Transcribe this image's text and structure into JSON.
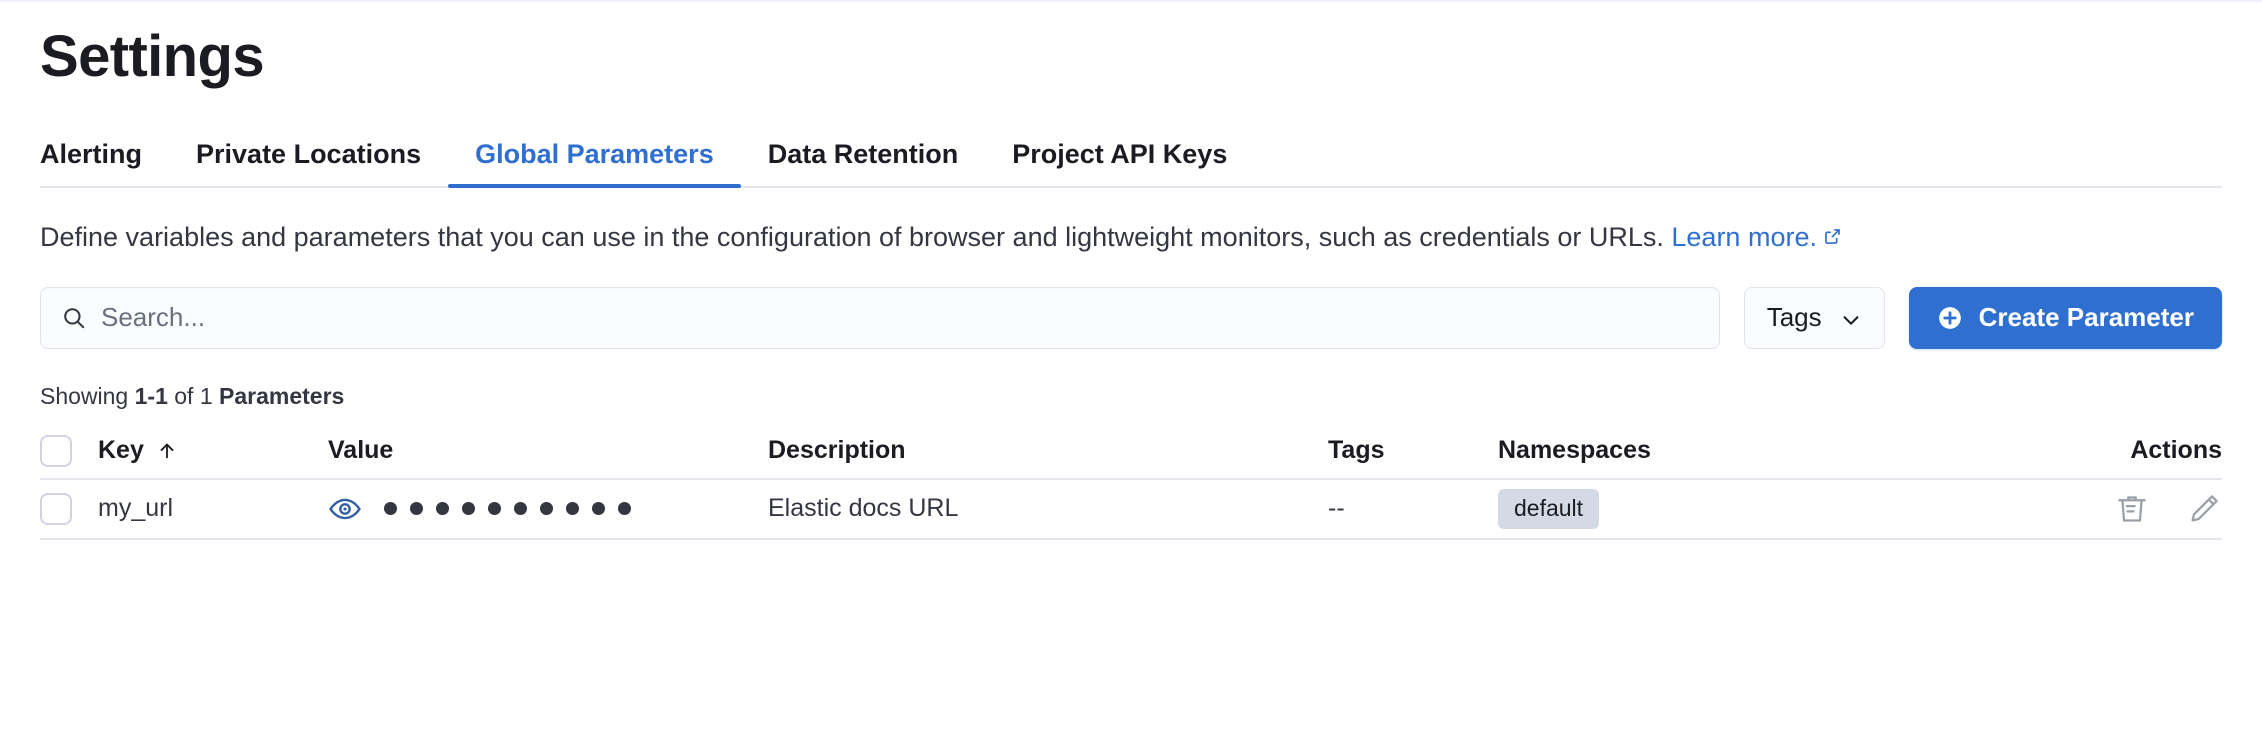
{
  "page": {
    "title": "Settings"
  },
  "tabs": [
    {
      "label": "Alerting",
      "active": false
    },
    {
      "label": "Private Locations",
      "active": false
    },
    {
      "label": "Global Parameters",
      "active": true
    },
    {
      "label": "Data Retention",
      "active": false
    },
    {
      "label": "Project API Keys",
      "active": false
    }
  ],
  "description": {
    "text": "Define variables and parameters that you can use in the configuration of browser and lightweight monitors, such as credentials or URLs.",
    "link_text": "Learn more.",
    "external_icon": "external-link-icon"
  },
  "toolbar": {
    "search_placeholder": "Search...",
    "search_value": "",
    "search_icon": "search-icon",
    "tags_label": "Tags",
    "tags_chevron": "chevron-down-icon",
    "create_label": "Create Parameter",
    "create_icon": "plus-circle-icon",
    "accent_color": "#2f6fd0"
  },
  "results": {
    "prefix": "Showing ",
    "range": "1-1",
    "middle": " of 1 ",
    "unit": "Parameters"
  },
  "table": {
    "columns": [
      {
        "key": "select",
        "label": "",
        "sort": ""
      },
      {
        "key": "key",
        "label": "Key",
        "sort": "ascending-arrow-icon"
      },
      {
        "key": "value",
        "label": "Value",
        "sort": ""
      },
      {
        "key": "description",
        "label": "Description",
        "sort": ""
      },
      {
        "key": "tags",
        "label": "Tags",
        "sort": ""
      },
      {
        "key": "namespaces",
        "label": "Namespaces",
        "sort": ""
      },
      {
        "key": "actions",
        "label": "Actions",
        "sort": ""
      }
    ],
    "rows": [
      {
        "key": "my_url",
        "value_masked": "••••••••••",
        "value_dots": 10,
        "value_toggle_icon": "eye-icon",
        "description": "Elastic docs URL",
        "tags": "--",
        "namespaces": [
          "default"
        ],
        "actions": [
          "trash-icon",
          "pencil-icon"
        ]
      }
    ]
  },
  "colors": {
    "accent": "#2f6fd0",
    "text": "#343741",
    "heading": "#1a1c21",
    "border": "#e3e6ef",
    "badge_bg": "#d3dae6",
    "muted": "#69707d"
  }
}
